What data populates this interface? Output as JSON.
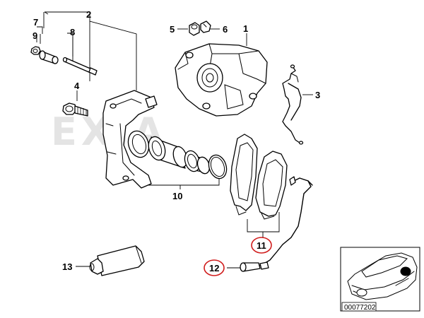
{
  "watermark": "EXIA",
  "callouts": {
    "c1": "1",
    "c2": "2",
    "c3": "3",
    "c4": "4",
    "c5": "5",
    "c6": "6",
    "c7": "7",
    "c8": "8",
    "c9": "9",
    "c10": "10",
    "c11": "11",
    "c12": "12",
    "c13": "13"
  },
  "highlighted_callouts": [
    "11",
    "12"
  ],
  "highlight_color": "#d01c1c",
  "thumbnail": {
    "reference": "00077202"
  }
}
